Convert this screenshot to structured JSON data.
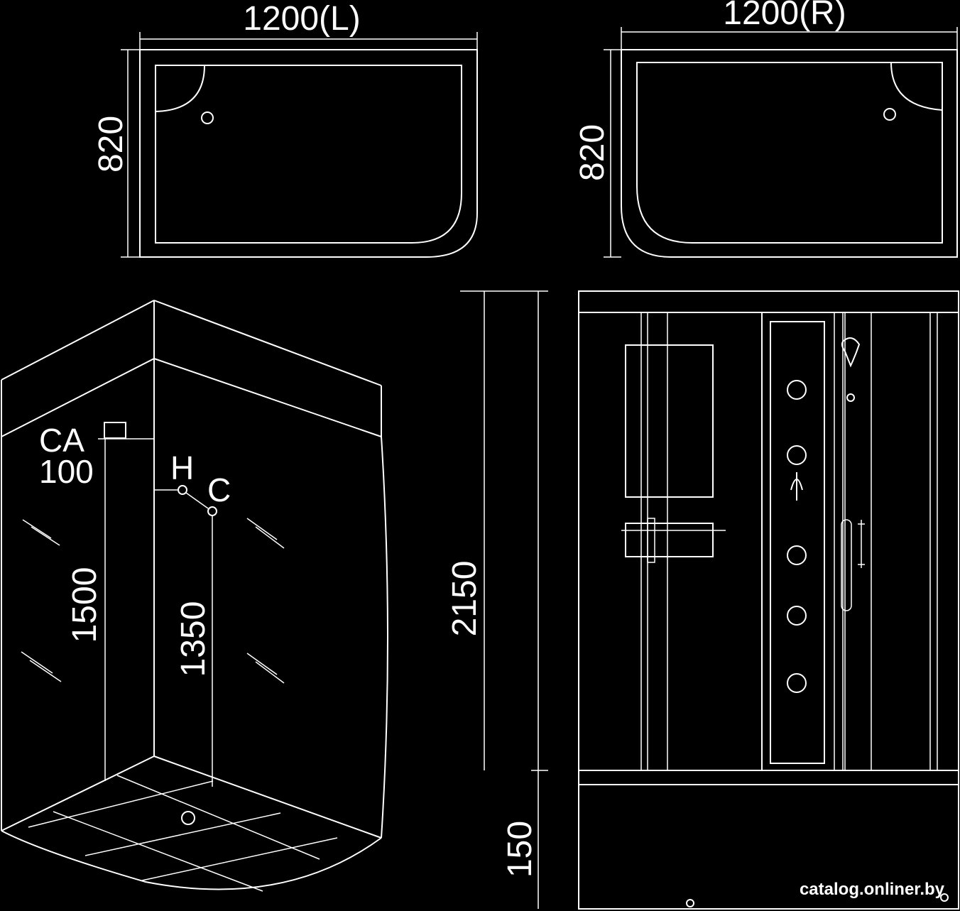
{
  "top_left_plan": {
    "width_label": "1200(L)",
    "depth_label": "820"
  },
  "top_right_plan": {
    "width_label": "1200(R)",
    "depth_label": "820"
  },
  "iso_view": {
    "drain_label_line1": "CA",
    "drain_label_line2": "100",
    "hot_label": "H",
    "cold_label": "C",
    "height_1500": "1500",
    "height_1350": "1350"
  },
  "front_view": {
    "total_height": "2150",
    "base_height": "150"
  },
  "watermark": "catalog.onliner.by"
}
